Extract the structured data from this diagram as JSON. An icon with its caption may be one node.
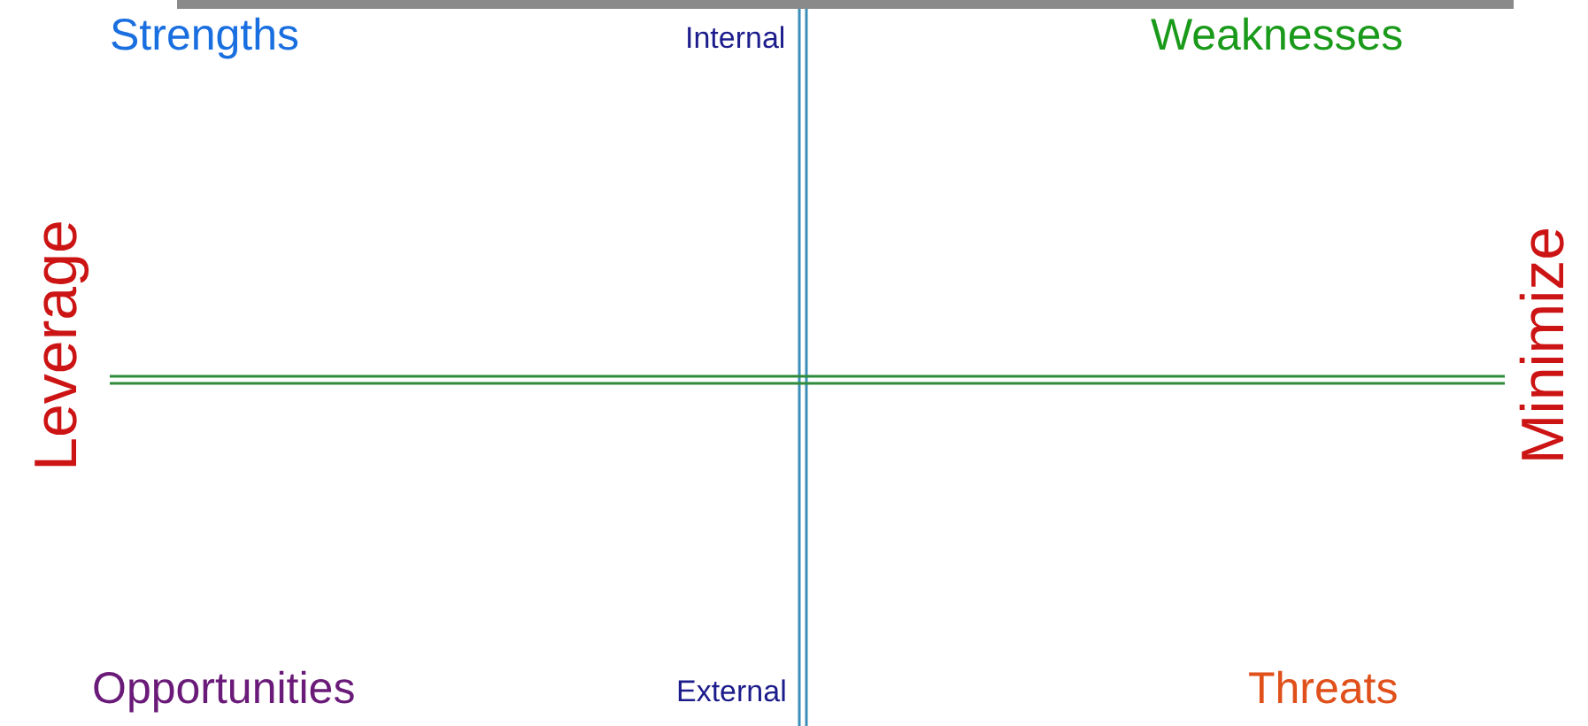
{
  "diagram": {
    "labels": [
      "Strengths",
      "Internal",
      "Weaknesses",
      "Leverage",
      "Minimize",
      "Opportunities",
      "External",
      "Threats"
    ]
  }
}
